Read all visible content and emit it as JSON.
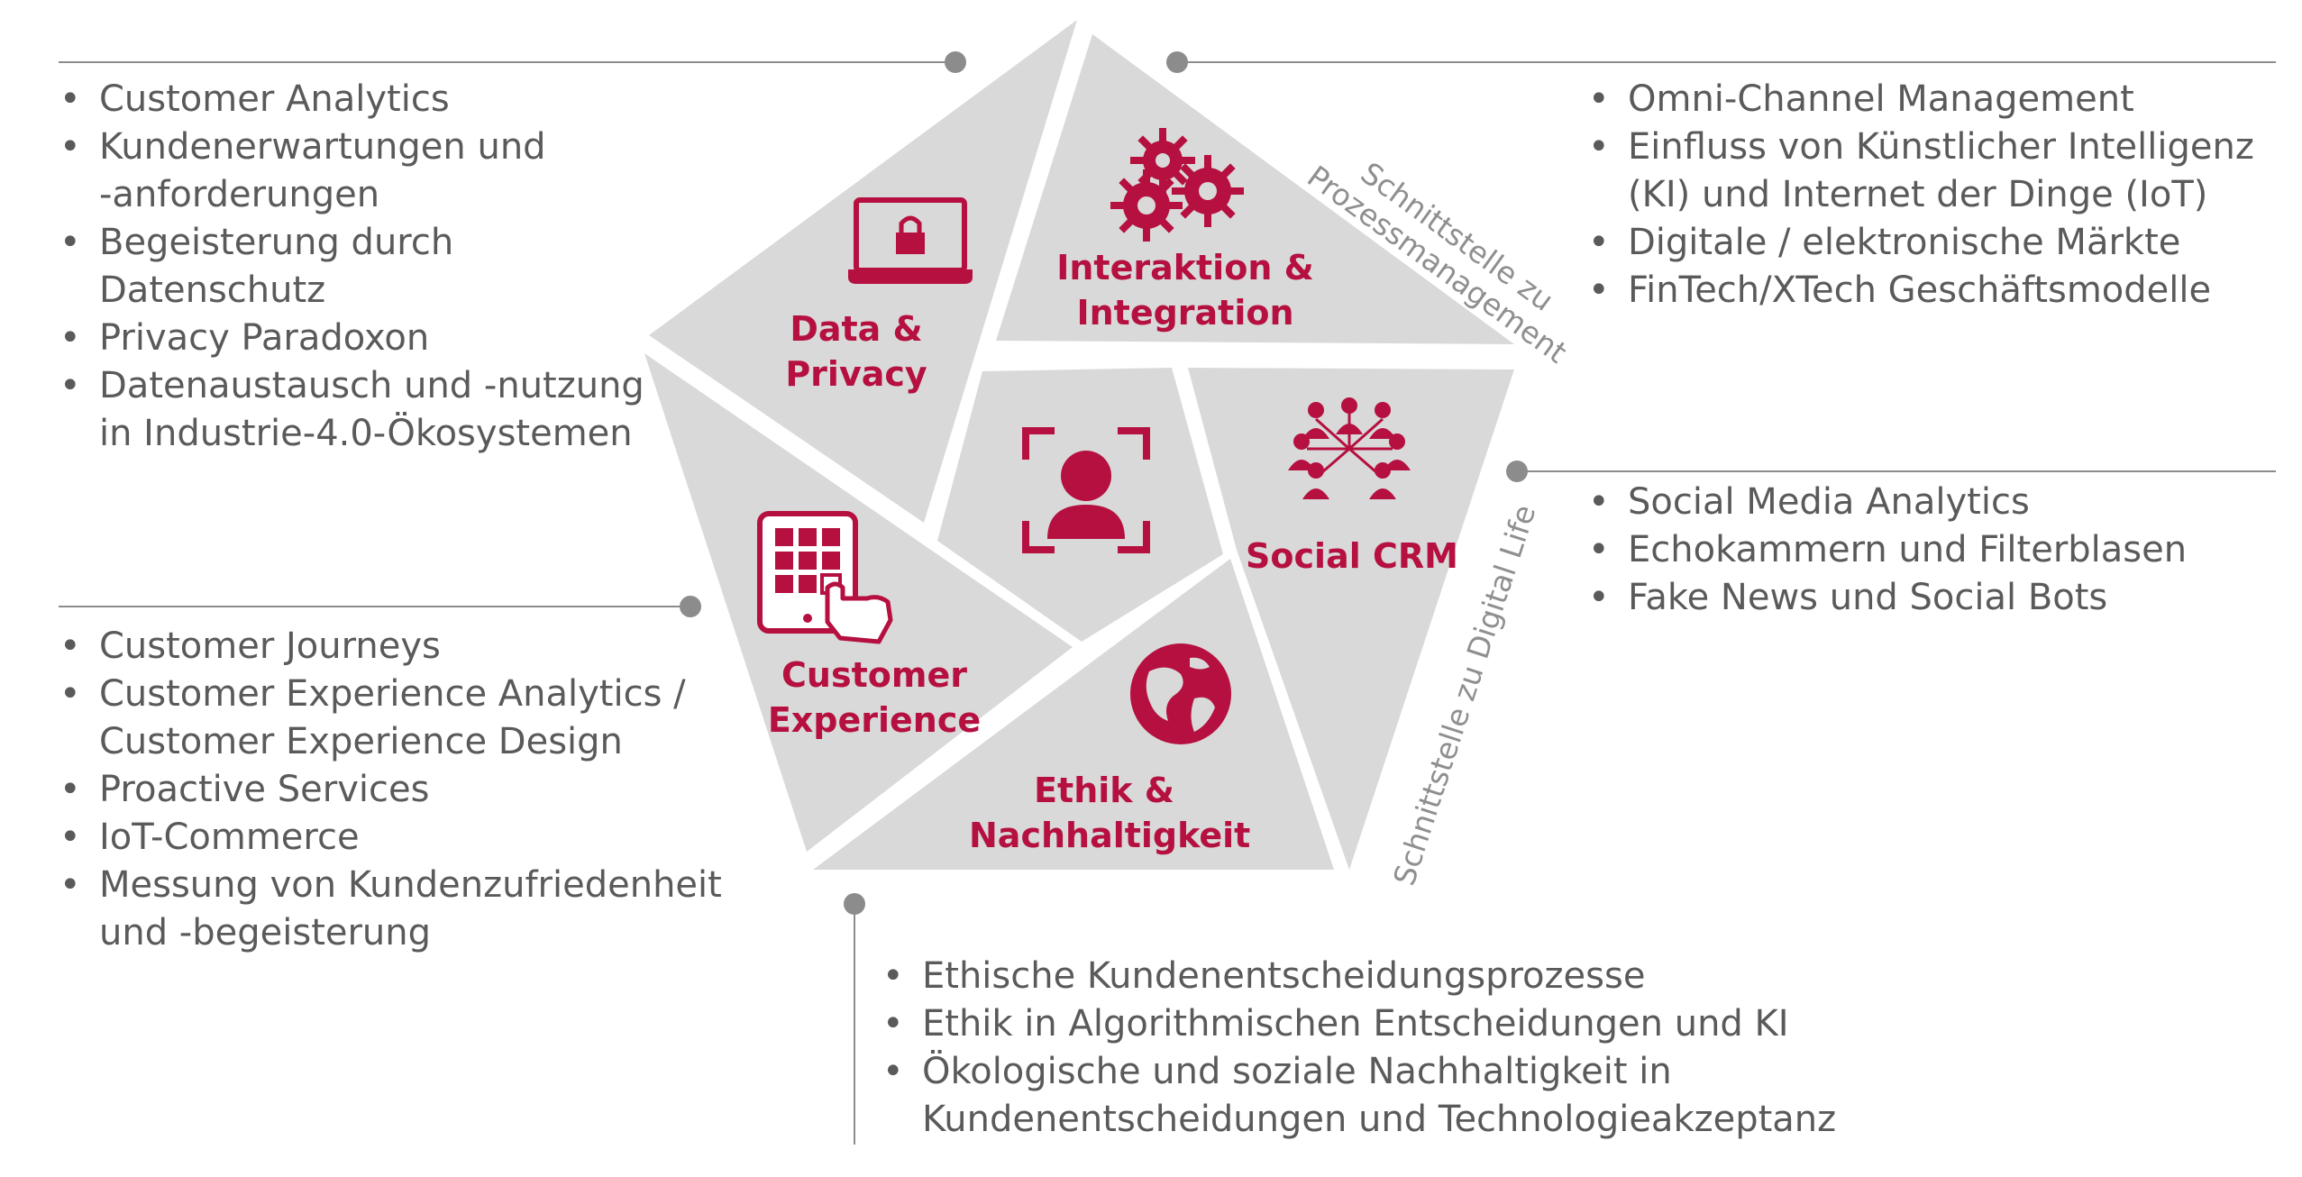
{
  "colors": {
    "accent": "#b5103f",
    "segment_fill": "#d9d9d9",
    "text": "#5a5a5a",
    "line": "#8c8c8c"
  },
  "segments": {
    "data_privacy": {
      "title": "Data & Privacy",
      "icon": "laptop-lock-icon"
    },
    "interaktion": {
      "title_line1": "Interaktion &",
      "title_line2": "Integration",
      "icon": "gears-icon"
    },
    "social_crm": {
      "title": "Social CRM",
      "icon": "social-network-icon"
    },
    "ethik": {
      "title_line1": "Ethik &",
      "title_line2": "Nachhaltigkeit",
      "icon": "globe-icon"
    },
    "customer_experience": {
      "title_line1": "Customer",
      "title_line2": "Experience",
      "icon": "tablet-touch-icon"
    },
    "center": {
      "icon": "user-focus-icon"
    }
  },
  "interfaces": {
    "prozess_line1": "Schnittstelle zu",
    "prozess_line2": "Prozessmanagement",
    "digital_life": "Schnittstelle zu Digital Life"
  },
  "lists": {
    "data_privacy": [
      [
        "Customer Analytics"
      ],
      [
        "Kundenerwartungen und",
        "-anforderungen"
      ],
      [
        "Begeisterung durch",
        "Datenschutz"
      ],
      [
        "Privacy Paradoxon"
      ],
      [
        "Datenaustausch und -nutzung",
        "in Industrie-4.0-Ökosystemen"
      ]
    ],
    "customer_experience": [
      [
        "Customer Journeys"
      ],
      [
        "Customer Experience Analytics /",
        "Customer Experience Design"
      ],
      [
        "Proactive Services"
      ],
      [
        "IoT-Commerce"
      ],
      [
        "Messung von Kundenzufriedenheit",
        "und -begeisterung"
      ]
    ],
    "interaktion": [
      [
        "Omni-Channel Management"
      ],
      [
        "Einfluss von Künstlicher Intelligenz",
        "(KI) und Internet der Dinge (IoT)"
      ],
      [
        "Digitale / elektronische Märkte"
      ],
      [
        "FinTech/XTech Geschäftsmodelle"
      ]
    ],
    "social_crm": [
      [
        "Social Media Analytics"
      ],
      [
        "Echokammern und Filterblasen"
      ],
      [
        "Fake News und Social Bots"
      ]
    ],
    "ethik": [
      [
        "Ethische Kundenentscheidungsprozesse"
      ],
      [
        "Ethik in Algorithmischen Entscheidungen und KI"
      ],
      [
        "Ökologische und soziale Nachhaltigkeit in",
        "Kundenentscheidungen und Technologieakzeptanz"
      ]
    ]
  }
}
